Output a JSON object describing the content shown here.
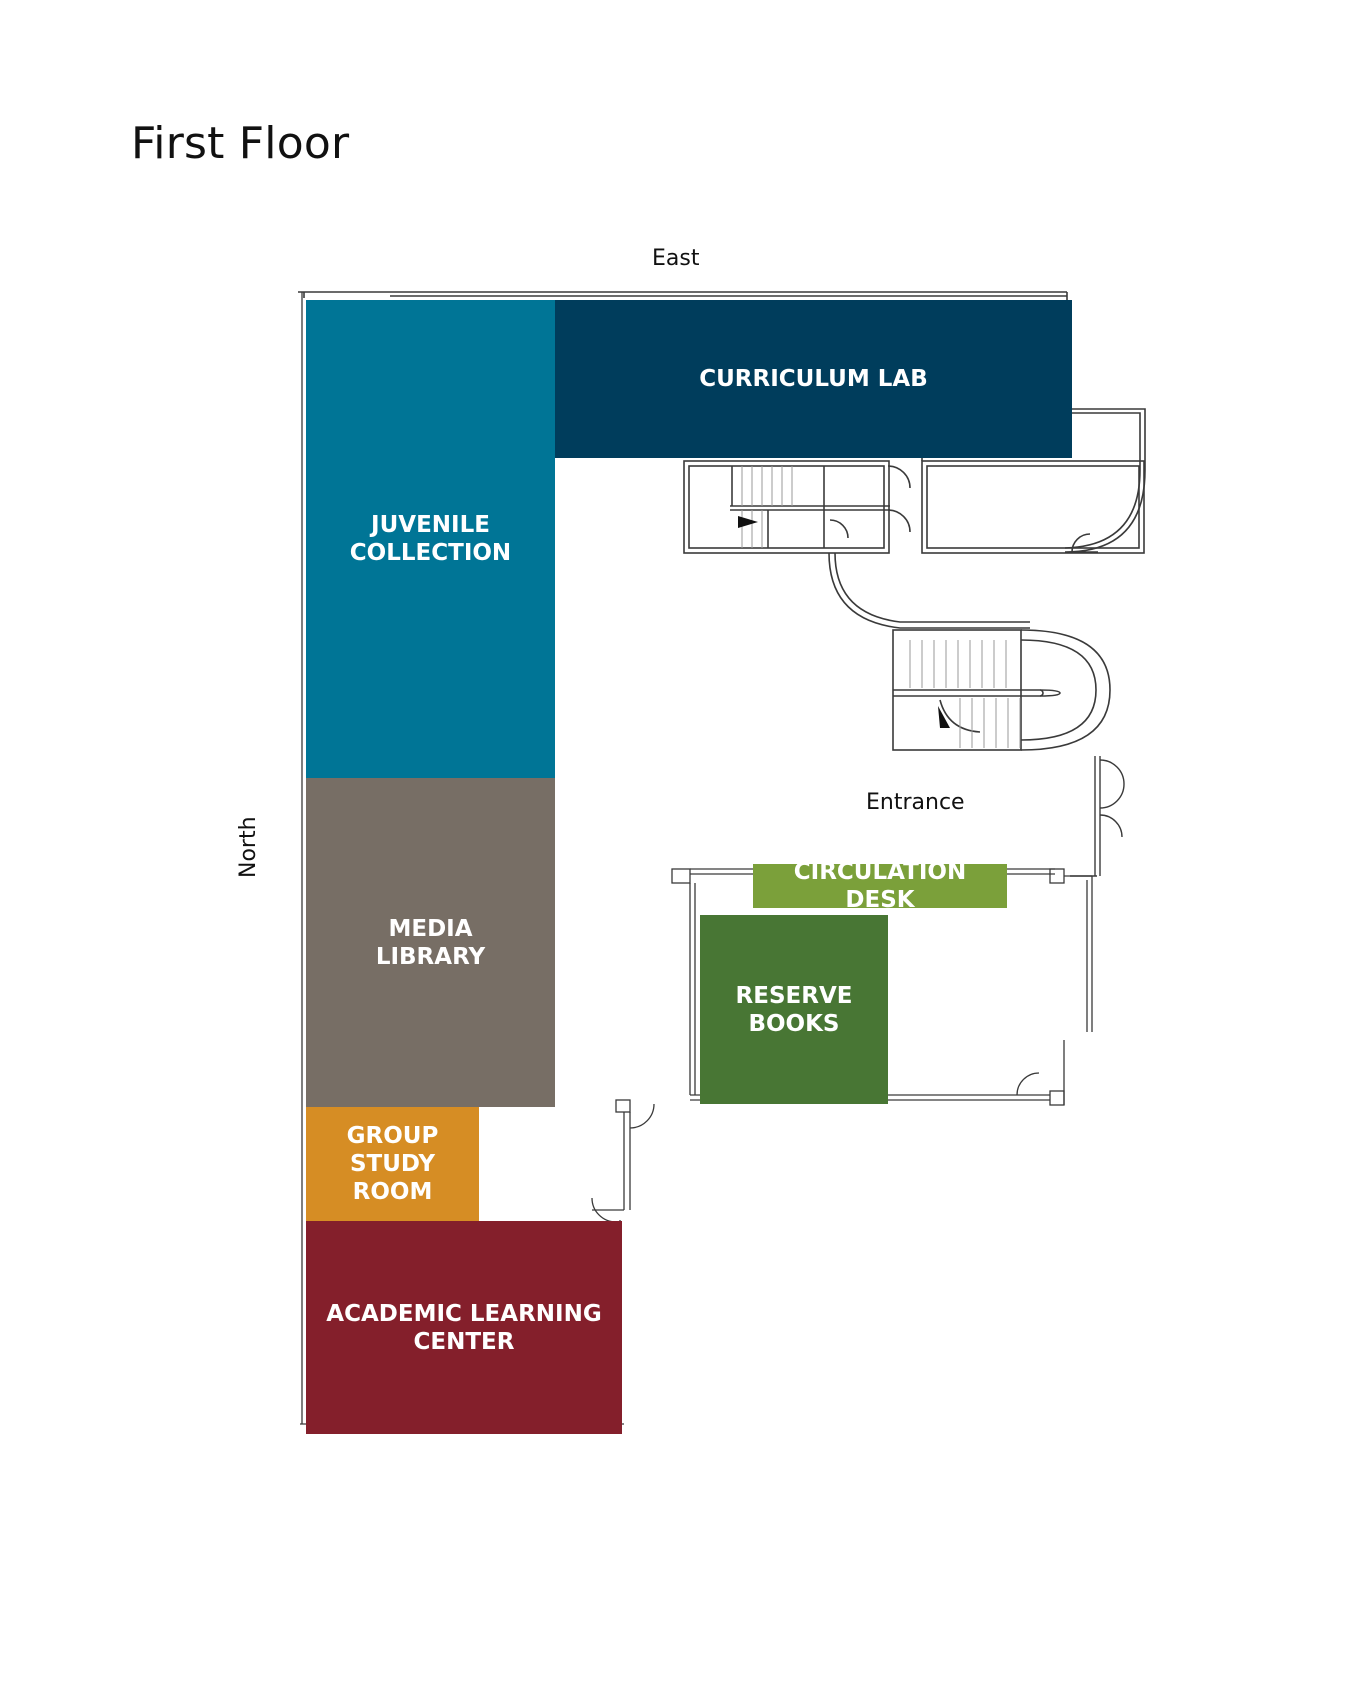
{
  "title": "First Floor",
  "directions": {
    "east": "East",
    "north": "North"
  },
  "entrance": "Entrance",
  "colors": {
    "juvenile": "#007596",
    "curriculum": "#003d5c",
    "media": "#776e65",
    "group_study": "#d68d24",
    "academic": "#841f2b",
    "circulation": "#7ba03a",
    "reserve": "#487634",
    "walls": "#3a3a3a"
  },
  "zones": {
    "curriculum_lab": {
      "line1": "CURRICULUM LAB"
    },
    "juvenile_collection": {
      "line1": "JUVENILE",
      "line2": "COLLECTION"
    },
    "media_library": {
      "line1": "MEDIA",
      "line2": "LIBRARY"
    },
    "group_study_room": {
      "line1": "GROUP",
      "line2": "STUDY",
      "line3": "ROOM"
    },
    "academic_learning_center": {
      "line1": "ACADEMIC LEARNING",
      "line2": "CENTER"
    },
    "circulation_desk": {
      "line1": "CIRCULATION DESK"
    },
    "reserve_books": {
      "line1": "RESERVE",
      "line2": "BOOKS"
    }
  }
}
